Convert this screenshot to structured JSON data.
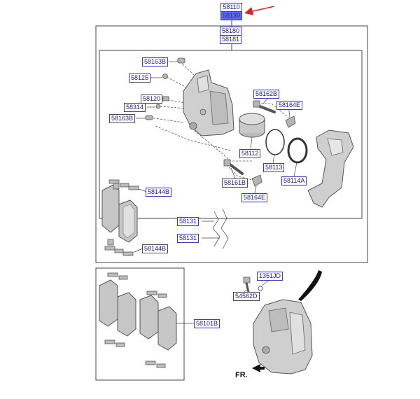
{
  "labels": {
    "top_stack": [
      "58110",
      "58130"
    ],
    "assembly_stack": [
      "58180",
      "58181"
    ],
    "l_58163B_a": "58163B",
    "l_58125": "58125",
    "l_58120": "58120",
    "l_58314": "58314",
    "l_58163B_b": "58163B",
    "l_58162B": "58162B",
    "l_58164E_a": "58164E",
    "l_58112": "58112",
    "l_58113": "58113",
    "l_58114A": "58114A",
    "l_58161B": "58161B",
    "l_58164E_b": "58164E",
    "l_58144B_a": "58144B",
    "l_58131_a": "58131",
    "l_58131_b": "58131",
    "l_58144B_b": "58144B",
    "l_58101B": "58101B",
    "l_1351JD": "1351JD",
    "l_54562D": "54562D"
  },
  "direction_label": "FR.",
  "colors": {
    "label_border": "#3a3ad0",
    "label_text": "#1a1a8a",
    "highlight_fill": "#5b6cf0",
    "pointer_arrow": "#e02020",
    "part_fill": "#c8c8c8",
    "part_stroke": "#555555"
  }
}
